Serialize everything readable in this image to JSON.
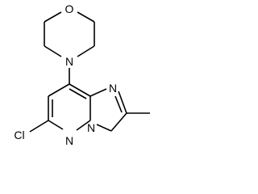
{
  "atoms": {
    "morpholine_oxygen": "O",
    "morpholine_nitrogen": "N",
    "imidazole_nitrogen": "N",
    "bridgehead_nitrogen": "N",
    "pyridazine_nitrogen": "N",
    "chlorine": "Cl"
  }
}
